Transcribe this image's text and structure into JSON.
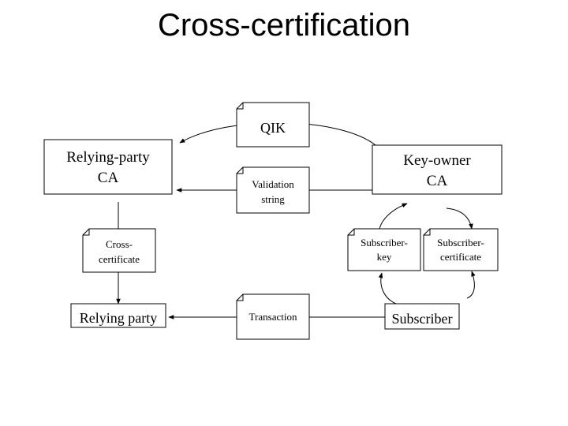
{
  "title": "Cross-certification",
  "nodes": {
    "relying_party_ca": [
      "Relying-party",
      "CA"
    ],
    "key_owner_ca": [
      "Key-owner",
      "CA"
    ],
    "relying_party": [
      "Relying party"
    ],
    "subscriber": [
      "Subscriber"
    ]
  },
  "documents": {
    "qik": [
      "QIK"
    ],
    "validation_string": [
      "Validation",
      "string"
    ],
    "cross_certificate": [
      "Cross-",
      "certificate"
    ],
    "transaction": [
      "Transaction"
    ],
    "subscriber_key": [
      "Subscriber-",
      "key"
    ],
    "subscriber_certificate": [
      "Subscriber-",
      "certificate"
    ]
  }
}
